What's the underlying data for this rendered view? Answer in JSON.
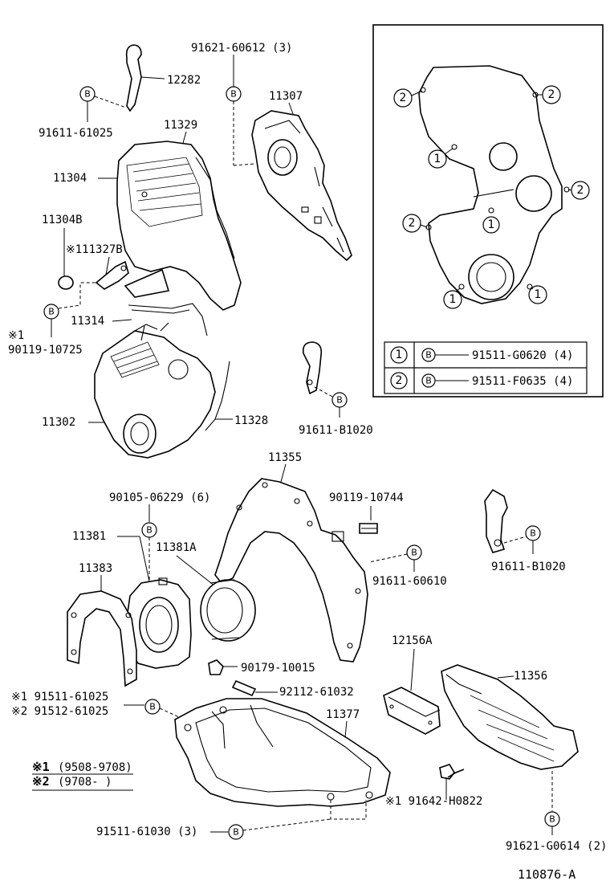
{
  "diagram_id": "110876-A",
  "parts": {
    "p12282": "12282",
    "p91621_60612": "91621-60612 (3)",
    "p91611_61025": "91611-61025",
    "p11329": "11329",
    "p11307": "11307",
    "p11304": "11304",
    "p11304B": "11304B",
    "p11327B": "※111327B",
    "p11314": "11314",
    "p90119_10725_note": "※1",
    "p90119_10725": "90119-10725",
    "p11302": "11302",
    "p11328": "11328",
    "p91611_B1020_a": "91611-B1020",
    "p11355": "11355",
    "p90105_06229": "90105-06229 (6)",
    "p90119_10744": "90119-10744",
    "p11381": "11381",
    "p11381A": "11381A",
    "p91611_60610": "91611-60610",
    "p91611_B1020_b": "91611-B1020",
    "p11383": "11383",
    "p90179_10015": "90179-10015",
    "p12156A": "12156A",
    "p11356": "11356",
    "p92112_61032": "92112-61032",
    "p91511_61025": "※1 91511-61025",
    "p91512_61025": "※2 91512-61025",
    "p11377": "11377",
    "p91642_H0822": "※1 91642-H0822",
    "p91511_61030": "91511-61030 (3)",
    "p91621_G0614": "91621-G0614 (2)"
  },
  "inset_table": {
    "rows": [
      {
        "num": "1",
        "bolt": "B",
        "part": "91511-G0620 (4)"
      },
      {
        "num": "2",
        "bolt": "B",
        "part": "91511-F0635 (4)"
      }
    ]
  },
  "inset_marks": [
    "2",
    "2",
    "1",
    "2",
    "2",
    "1",
    "1",
    "1"
  ],
  "bolt_symbol": "B",
  "legend": {
    "row1_mark": "※1",
    "row1_text": "(9508-9708)",
    "row2_mark": "※2",
    "row2_text": "(9708-    )"
  }
}
